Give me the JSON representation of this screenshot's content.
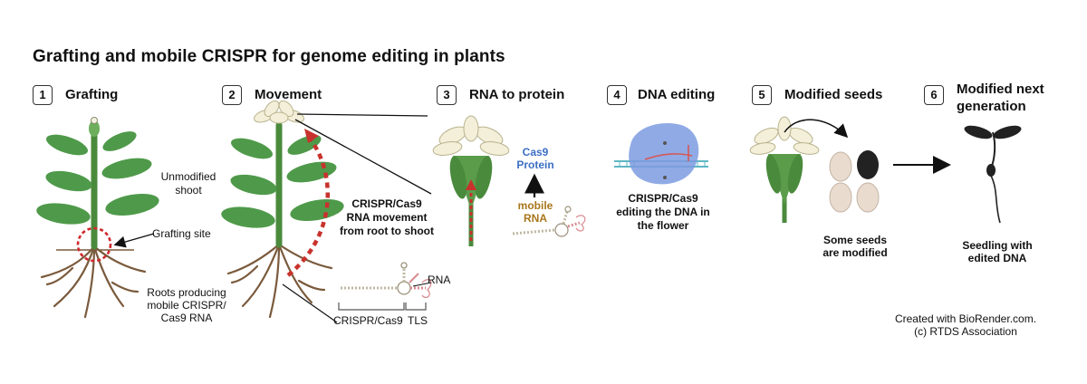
{
  "title": "Grafting and mobile CRISPR for genome editing in plants",
  "steps": [
    {
      "num": "1",
      "label": "Grafting"
    },
    {
      "num": "2",
      "label": "Movement"
    },
    {
      "num": "3",
      "label": "RNA to protein"
    },
    {
      "num": "4",
      "label": "DNA editing"
    },
    {
      "num": "5",
      "label": "Modified seeds"
    },
    {
      "num": "6",
      "label_line1": "Modified next",
      "label_line2": "generation"
    }
  ],
  "labels": {
    "unmodified_shoot_1": "Unmodified",
    "unmodified_shoot_2": "shoot",
    "grafting_site": "Grafting site",
    "roots_1": "Roots producing",
    "roots_2": "mobile CRISPR/",
    "roots_3": "Cas9 RNA",
    "movement_1": "CRISPR/Cas9",
    "movement_2": "RNA movement",
    "movement_3": "from root to shoot",
    "rna": "RNA",
    "crispr_cas9": "CRISPR/Cas9",
    "tls": "TLS",
    "cas9_1": "Cas9",
    "cas9_2": "Protein",
    "mobile_1": "mobile",
    "mobile_2": "RNA",
    "editing_1": "CRISPR/Cas9",
    "editing_2": "editing the DNA in",
    "editing_3": "the flower",
    "seeds_1": "Some seeds",
    "seeds_2": "are modified",
    "seedling_1": "Seedling with",
    "seedling_2": "edited DNA",
    "credit_1": "Created with BioRender.com.",
    "credit_2": "(c) RTDS Association"
  },
  "colors": {
    "leaf": "#4f9a4a",
    "stem": "#4a8a3c",
    "root": "#7a5a3c",
    "arrow_red": "#c8322d",
    "cas9_blue": "#3b6fc4",
    "mobile_gold": "#a7761b",
    "protein_blob": "#7d9be0"
  }
}
